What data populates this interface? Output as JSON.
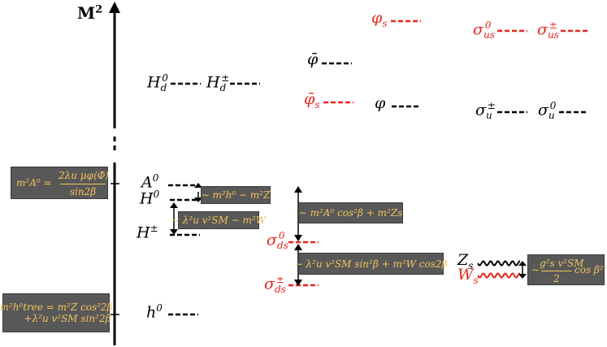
{
  "axis": {
    "label": "M",
    "label_power": "2"
  },
  "levels": {
    "h0": {
      "base": "h",
      "sup": "0",
      "color": "#000000"
    },
    "Hpm": {
      "base": "H",
      "sup": "±",
      "color": "#000000"
    },
    "H0": {
      "base": "H",
      "sup": "0",
      "color": "#000000"
    },
    "A0": {
      "base": "A",
      "sup": "0",
      "color": "#000000"
    },
    "Hd0": {
      "base": "H",
      "sub": "d",
      "sup": "0",
      "color": "#000000"
    },
    "Hdpm": {
      "base": "H",
      "sub": "d",
      "sup": "±",
      "color": "#000000"
    },
    "phibar": {
      "base": "φ̄",
      "color": "#000000"
    },
    "phibar_s": {
      "base": "φ̄",
      "sub": "s",
      "color": "#e8251c"
    },
    "phi": {
      "base": "φ",
      "color": "#000000"
    },
    "phi_s": {
      "base": "φ",
      "sub": "s",
      "color": "#e8251c"
    },
    "sigma_ds0": {
      "base": "σ",
      "sub": "ds",
      "sup": "0",
      "color": "#e8251c"
    },
    "sigma_dspm": {
      "base": "σ",
      "sub": "ds",
      "sup": "±",
      "color": "#e8251c"
    },
    "sigma_upm": {
      "base": "σ",
      "sub": "u",
      "sup": "±",
      "color": "#000000"
    },
    "sigma_u0": {
      "base": "σ",
      "sub": "u",
      "sup": "0",
      "color": "#000000"
    },
    "sigma_us0": {
      "base": "σ",
      "sub": "us",
      "sup": "0",
      "color": "#e8251c"
    },
    "sigma_uspm": {
      "base": "σ",
      "sub": "us",
      "sup": "±",
      "color": "#e8251c"
    },
    "Zs": {
      "base": "Z",
      "sub": "s",
      "color": "#000000"
    },
    "Ws": {
      "base": "W",
      "sub": "s",
      "color": "#e8251c"
    }
  },
  "annotations": {
    "mA0": {
      "left": "m²A⁰ =",
      "num": "2λu μφ⟨Φ̄⟩",
      "den": "sin2β"
    },
    "mh0": {
      "line1": "m²h⁰tree = m²Z cos²2β",
      "line2": "+λ²u v²SM sin²2β"
    },
    "split_A0_H0": {
      "text": "∼ m²h⁰ − m²Z"
    },
    "split_H0_Hpm": {
      "text": "∼ λ²u v²SM − m²W"
    },
    "split_Hpm_sigma0": {
      "text": "∼ m²A⁰ cos²β + m²Zs"
    },
    "split_sigma": {
      "text": "∼ λ²u v²SM sin²β + m²W cos2β"
    },
    "gauge": {
      "left": "∼",
      "num": "g²s v²SM",
      "den": "2",
      "right": "cos β²"
    }
  },
  "colors": {
    "sm_like": "#000000",
    "singlet": "#e8251c",
    "box_bg": "#585858",
    "box_text": "#f2c35b"
  }
}
